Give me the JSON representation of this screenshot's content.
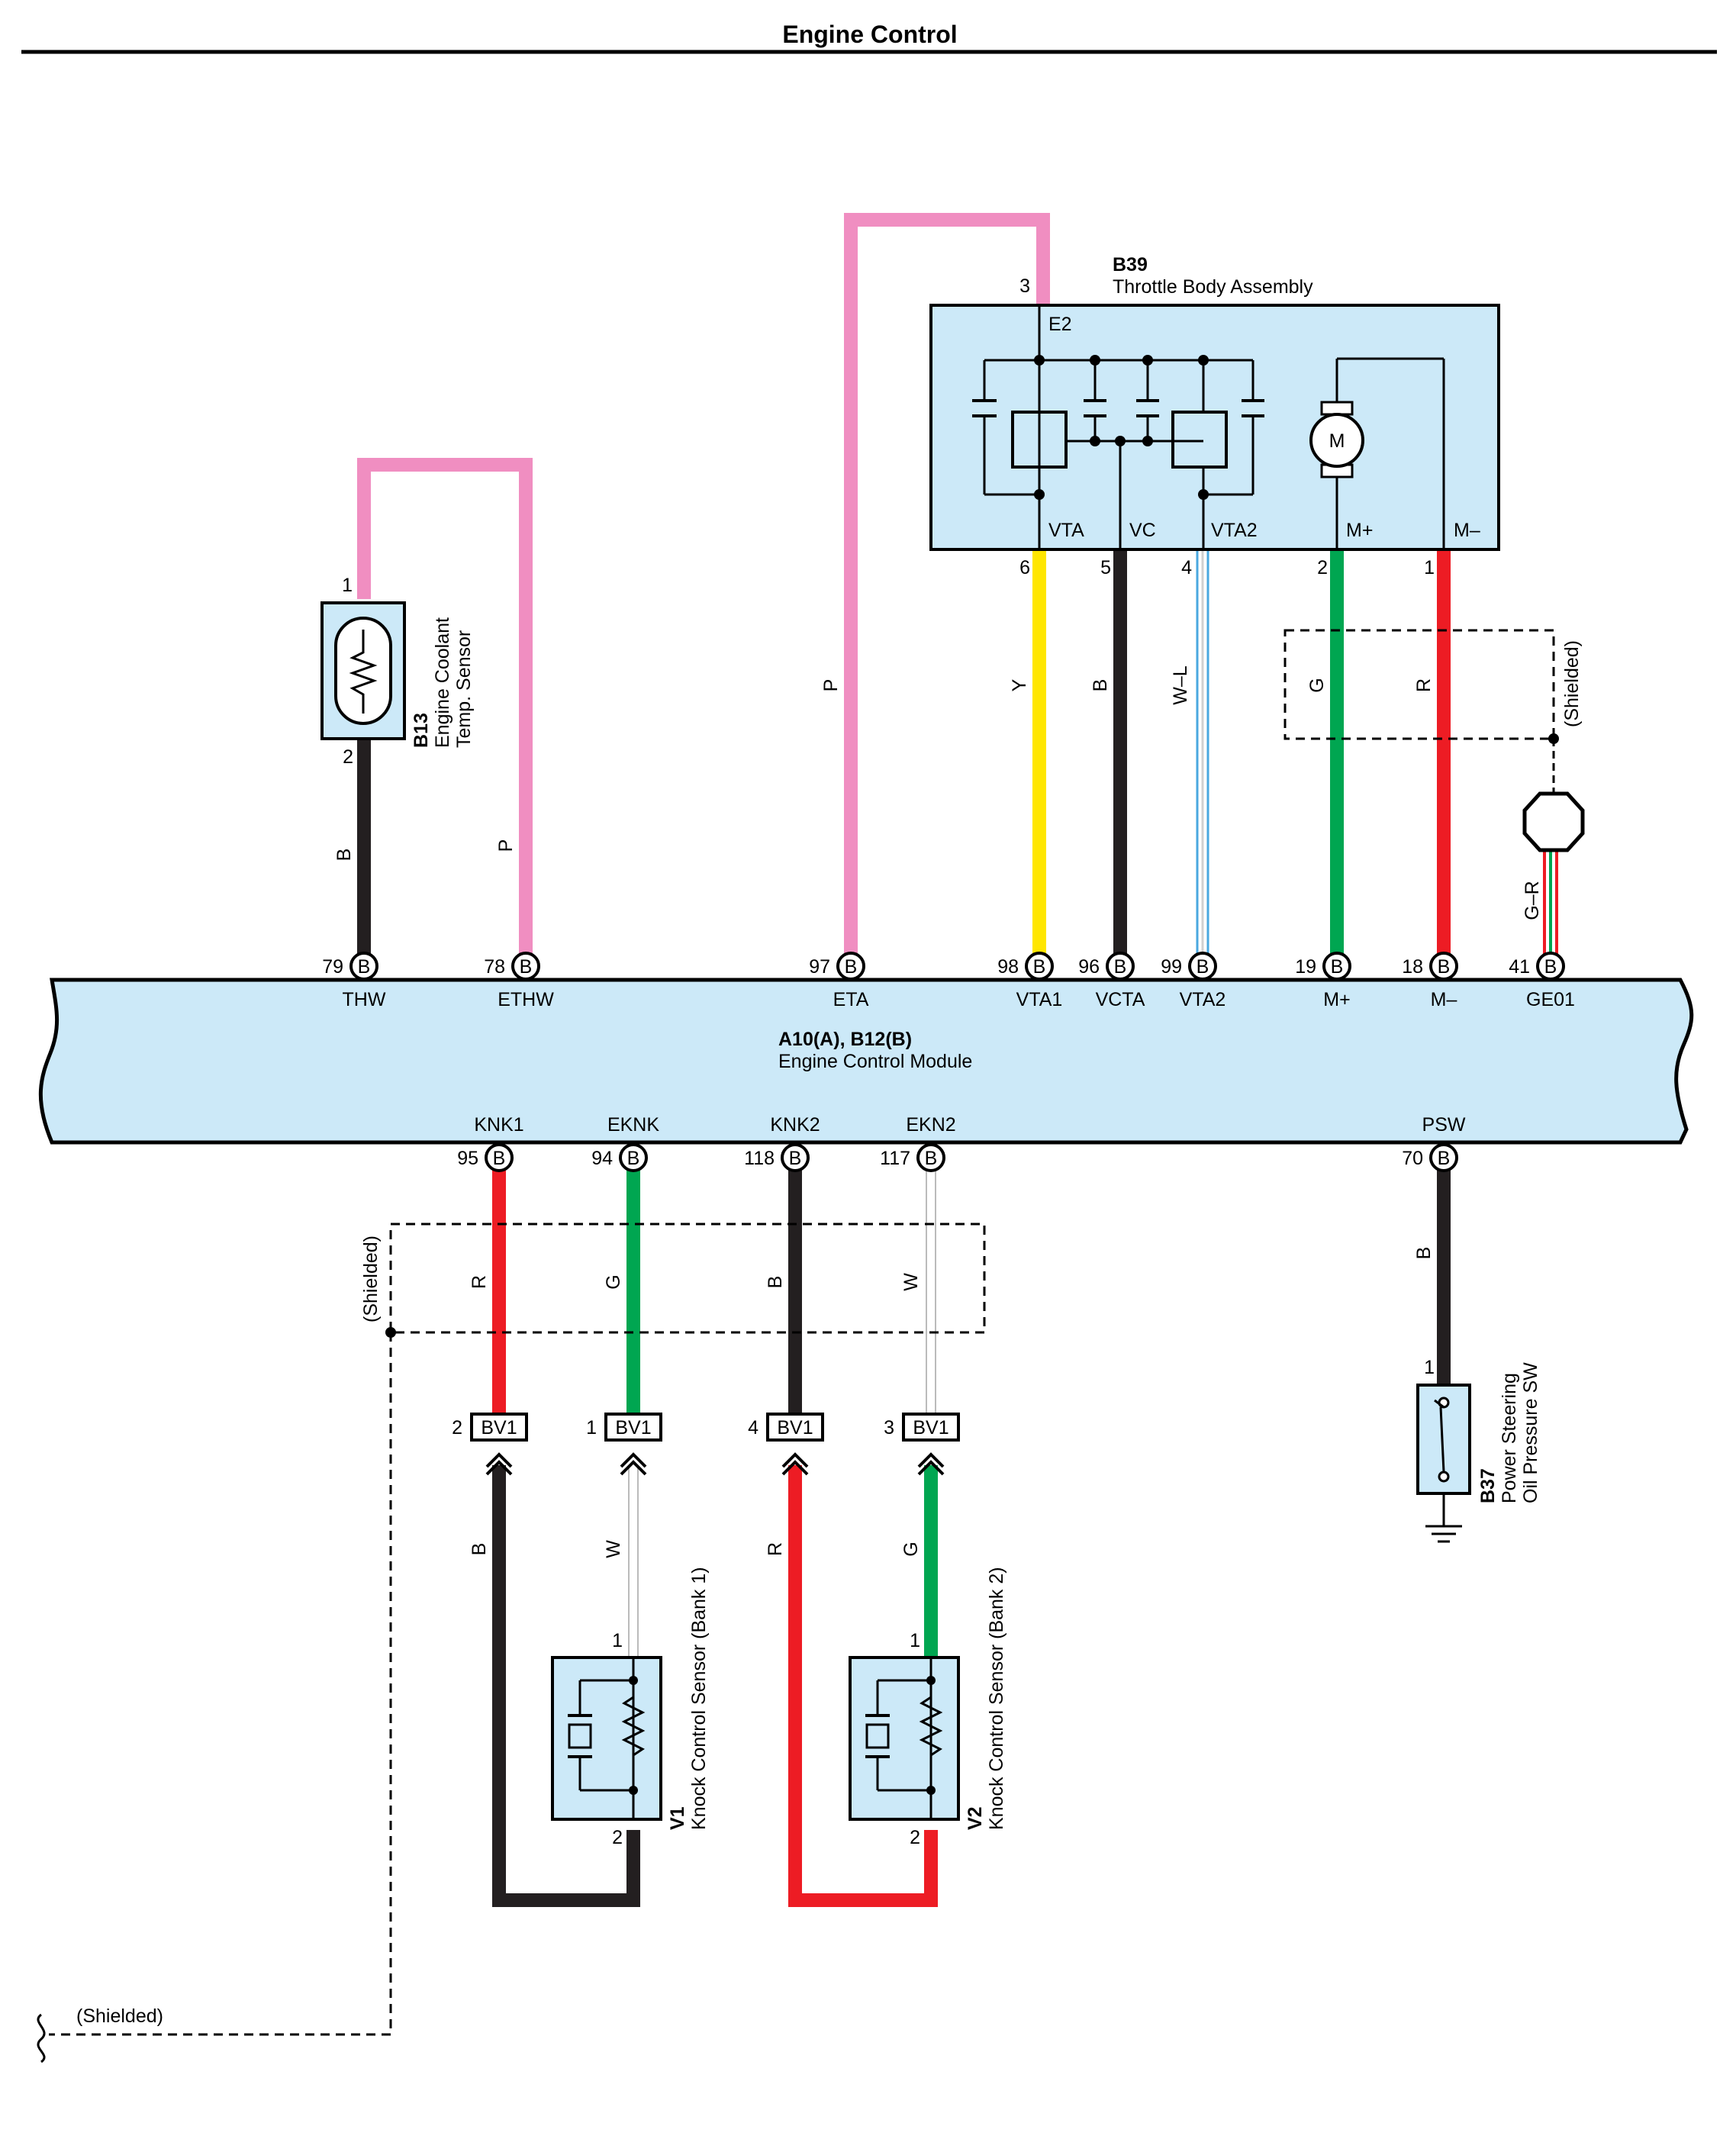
{
  "page_title": "Engine Control",
  "colors": {
    "ecm_fill": "#cce9f8",
    "pink": "#f08ec1",
    "yellow": "#ffe600",
    "black": "#231f20",
    "green": "#00a651",
    "red": "#ed1c24",
    "blue": "#4aa8e0"
  },
  "ecm": {
    "connector": "A10(A), B12(B)",
    "name": "Engine Control Module",
    "top_pins": [
      {
        "num": "79",
        "conn": "B",
        "name": "THW"
      },
      {
        "num": "78",
        "conn": "B",
        "name": "ETHW"
      },
      {
        "num": "97",
        "conn": "B",
        "name": "ETA"
      },
      {
        "num": "98",
        "conn": "B",
        "name": "VTA1"
      },
      {
        "num": "96",
        "conn": "B",
        "name": "VCTA"
      },
      {
        "num": "99",
        "conn": "B",
        "name": "VTA2"
      },
      {
        "num": "19",
        "conn": "B",
        "name": "M+"
      },
      {
        "num": "18",
        "conn": "B",
        "name": "M–"
      },
      {
        "num": "41",
        "conn": "B",
        "name": "GE01"
      }
    ],
    "bottom_pins": [
      {
        "num": "95",
        "conn": "B",
        "name": "KNK1"
      },
      {
        "num": "94",
        "conn": "B",
        "name": "EKNK"
      },
      {
        "num": "118",
        "conn": "B",
        "name": "KNK2"
      },
      {
        "num": "117",
        "conn": "B",
        "name": "EKN2"
      },
      {
        "num": "70",
        "conn": "B",
        "name": "PSW"
      }
    ]
  },
  "throttle": {
    "id": "B39",
    "name": "Throttle Body Assembly",
    "pin_top": "3",
    "e2": "E2",
    "motor": "M",
    "terminals": [
      {
        "num": "6",
        "name": "VTA"
      },
      {
        "num": "5",
        "name": "VC"
      },
      {
        "num": "4",
        "name": "VTA2"
      },
      {
        "num": "2",
        "name": "M+"
      },
      {
        "num": "1",
        "name": "M–"
      }
    ]
  },
  "coolant": {
    "id": "B13",
    "name_line1": "Engine Coolant",
    "name_line2": "Temp. Sensor",
    "pin1": "1",
    "pin2": "2"
  },
  "wire_labels": {
    "thw": "B",
    "ethw": "P",
    "eta": "P",
    "vta1": "Y",
    "vcta": "B",
    "vta2": "W–L",
    "mplus": "G",
    "mminus": "R",
    "ge01": "G–R",
    "knk1": "R",
    "eknk": "G",
    "knk2": "B",
    "ekn2": "W",
    "psw": "B",
    "v1_sig": "B",
    "v1_gnd": "W",
    "v2_sig": "R",
    "v2_gnd": "G"
  },
  "shielded": "(Shielded)",
  "bv1": {
    "name": "BV1",
    "pins": [
      "2",
      "1",
      "4",
      "3"
    ]
  },
  "knock1": {
    "id": "V1",
    "name": "Knock Control Sensor (Bank 1)",
    "pin1": "1",
    "pin2": "2"
  },
  "knock2": {
    "id": "V2",
    "name": "Knock Control Sensor (Bank 2)",
    "pin1": "1",
    "pin2": "2"
  },
  "psw_switch": {
    "id": "B37",
    "name_line1": "Power Steering",
    "name_line2": "Oil Pressure SW",
    "pin1": "1"
  }
}
